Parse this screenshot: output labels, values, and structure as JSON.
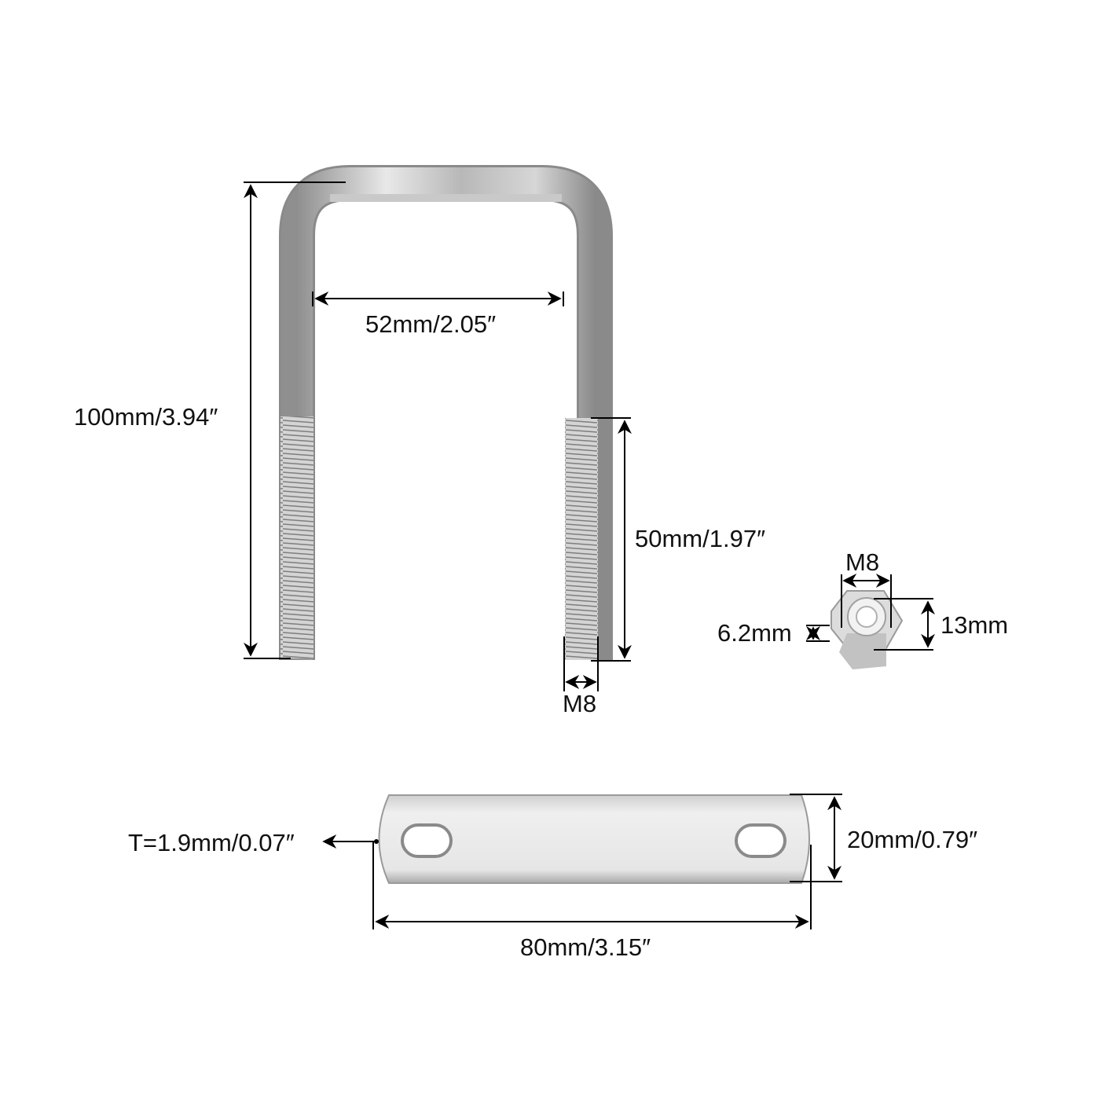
{
  "diagram": {
    "title": "Square U-bolt with plate and nuts - dimensions",
    "colors": {
      "background": "#ffffff",
      "line": "#000000",
      "metal_dark": "#8a8a8a",
      "metal_light": "#e2e2e2",
      "text": "#111111"
    }
  },
  "u_bolt": {
    "overall_length": "100mm/3.94″",
    "inner_width": "52mm/2.05″",
    "thread_length": "50mm/1.97″",
    "thread_size": "M8"
  },
  "nut": {
    "thread_size": "M8",
    "thickness": "6.2mm",
    "width": "13mm"
  },
  "plate": {
    "thickness": "T=1.9mm/0.07″",
    "width": "20mm/0.79″",
    "length": "80mm/3.15″"
  }
}
